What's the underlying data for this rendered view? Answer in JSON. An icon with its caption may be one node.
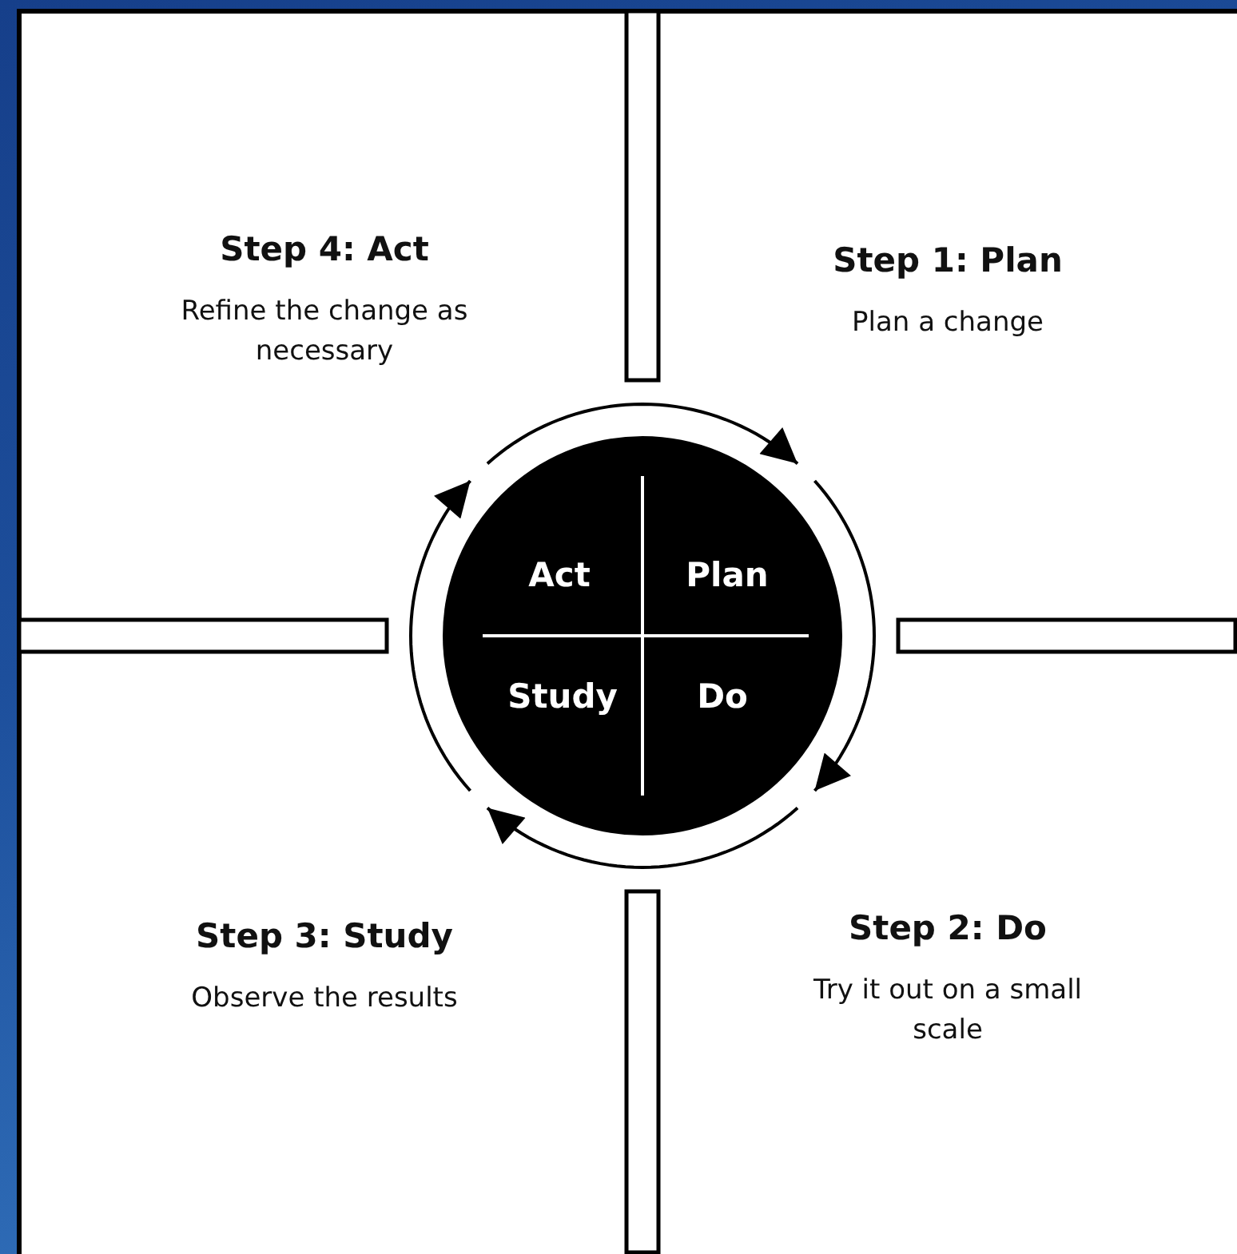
{
  "diagram": {
    "nodes": [
      {
        "text": [
          "Step 4: Act",
          "Refine the change as necessary"
        ]
      },
      {
        "text": [
          "Step 1: Plan",
          "Plan a change"
        ]
      },
      {
        "text": [
          "Step 3: Study",
          "Observe the results"
        ]
      },
      {
        "text": [
          "Step 2: Do",
          "Try it out on a small scale"
        ]
      },
      {
        "text": [
          "Act",
          "Plan",
          "Study",
          "Do"
        ]
      }
    ]
  }
}
